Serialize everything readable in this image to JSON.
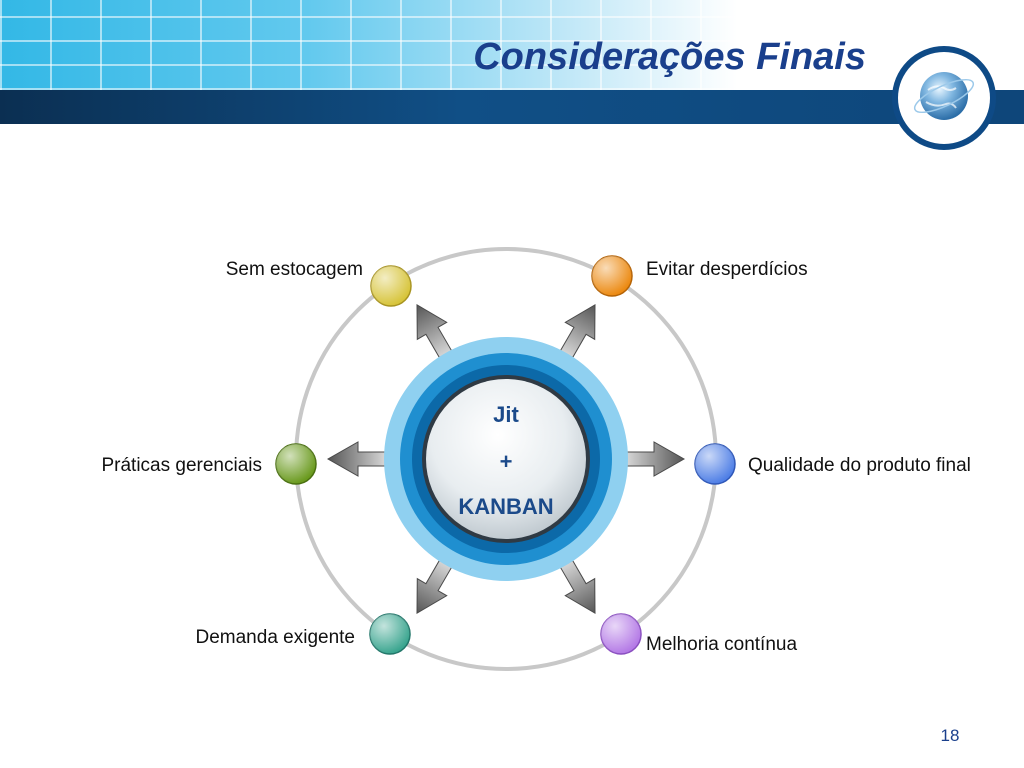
{
  "slide": {
    "title": "Considerações Finais",
    "page_number": "18"
  },
  "diagram": {
    "center_lines": [
      "Jit",
      "+",
      "KANBAN"
    ],
    "nodes": [
      {
        "label": "Sem estocagem",
        "color": "#d7c43a"
      },
      {
        "label": "Evitar desperdícios",
        "color": "#ec8a12"
      },
      {
        "label": "Qualidade do produto final",
        "color": "#4f7fe6"
      },
      {
        "label": "Melhoria contínua",
        "color": "#b47ae6"
      },
      {
        "label": "Demanda exigente",
        "color": "#3aa58f"
      },
      {
        "label": "Práticas gerenciais",
        "color": "#6a9a1e"
      }
    ]
  },
  "colors": {
    "title": "#1a3f8c",
    "banner_dark": "#0e467a",
    "hub_ring": "#1f8fd0",
    "orbit": "#c8c8c8"
  },
  "icons": [
    "globe-icon"
  ]
}
